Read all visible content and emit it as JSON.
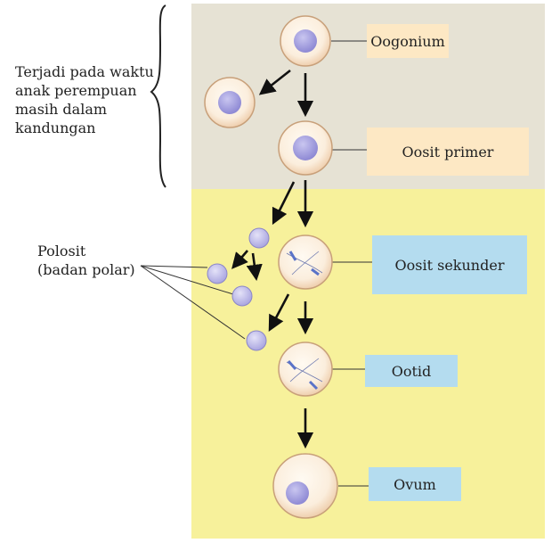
{
  "stages": {
    "oogonium": "Oogonium",
    "oosit_primer": "Oosit primer",
    "oosit_sekunder": "Oosit sekunder",
    "ootid": "Ootid",
    "ovum": "Ovum"
  },
  "notes": {
    "prenatal": [
      "Terjadi pada waktu",
      "anak perempuan",
      "masih dalam",
      "kandungan"
    ],
    "polosit": [
      "Polosit",
      "(badan polar)"
    ]
  },
  "colors": {
    "prenatal_panel": "#e6e2d4",
    "postnatal_panel": "#f7f19b",
    "label_peach": "#fde8c4",
    "label_blue": "#b4dcef",
    "nucleus": "#9c98dc"
  }
}
